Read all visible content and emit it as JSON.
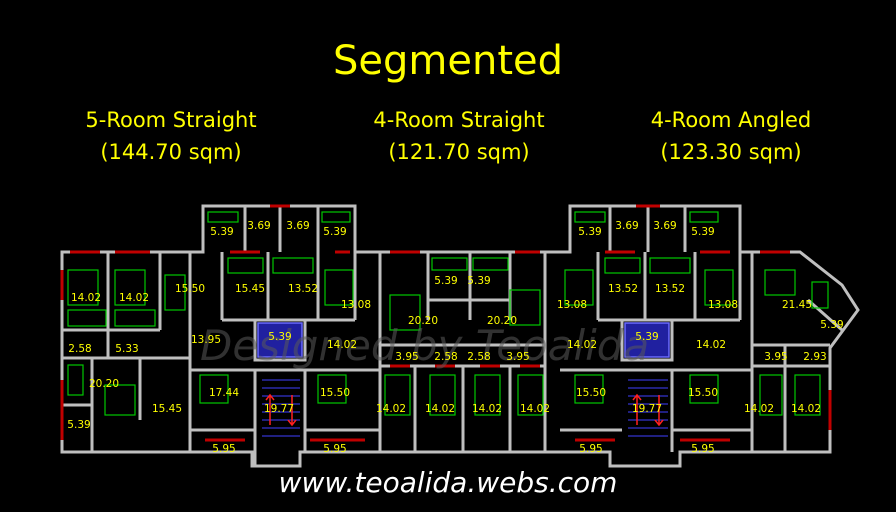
{
  "title": "Segmented",
  "subtitles": [
    {
      "name": "5-Room Straight",
      "area": "(144.70 sqm)"
    },
    {
      "name": "4-Room Straight",
      "area": "(121.70 sqm)"
    },
    {
      "name": "4-Room Angled",
      "area": "(123.30 sqm)"
    }
  ],
  "watermark": "Designed by Teoalida",
  "url": "www.teoalida.webs.com",
  "colors": {
    "text": "#ffff00",
    "walls": "#bfbfbf",
    "furniture": "#00c800",
    "windows": "#c00000",
    "core": "#2020a0"
  },
  "room_labels": [
    "5.39",
    "3.69",
    "3.69",
    "5.39",
    "5.39",
    "3.69",
    "3.69",
    "5.39",
    "14.02",
    "14.02",
    "15.50",
    "15.45",
    "13.52",
    "13.08",
    "5.39",
    "5.39",
    "13.08",
    "13.52",
    "13.52",
    "13.08",
    "21.45",
    "5.39",
    "20.20",
    "20.20",
    "2.58",
    "5.33",
    "13.95",
    "5.39",
    "14.02",
    "5.39",
    "14.02",
    "3.95",
    "2.58",
    "2.58",
    "3.95",
    "14.02",
    "3.95",
    "2.93",
    "20.20",
    "17.44",
    "19.77",
    "15.50",
    "14.02",
    "14.02",
    "14.02",
    "14.02",
    "15.50",
    "19.77",
    "15.50",
    "14.02",
    "14.02",
    "15.45",
    "5.39",
    "5.95",
    "5.95",
    "5.95",
    "5.95"
  ]
}
